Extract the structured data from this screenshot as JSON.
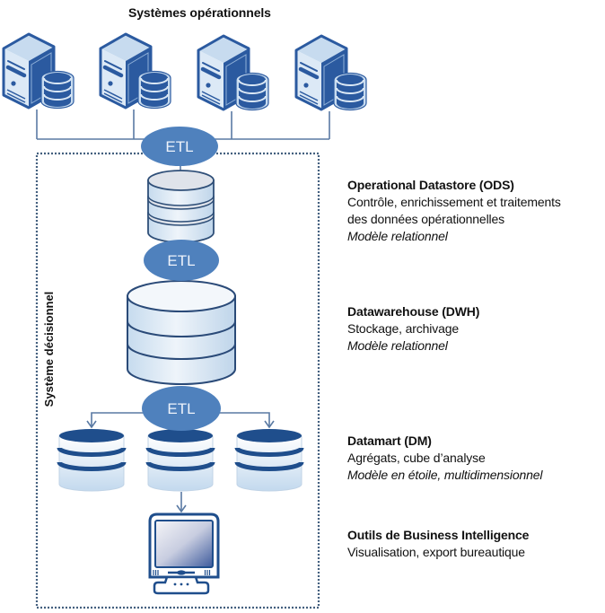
{
  "title": "Systèmes opérationnels",
  "operational_systems": [
    {
      "icon": "server-database-icon"
    },
    {
      "icon": "server-database-icon"
    },
    {
      "icon": "server-database-icon"
    },
    {
      "icon": "server-database-icon"
    }
  ],
  "etl_nodes": [
    {
      "label": "ETL"
    },
    {
      "label": "ETL"
    },
    {
      "label": "ETL"
    }
  ],
  "decision_system_label": "Système décisionnel",
  "layers": [
    {
      "id": "ods",
      "icon": "database-cylinder-icon",
      "title": "Operational Datastore (ODS)",
      "lines": [
        "Contrôle, enrichissement et traitements",
        "des données opérationnelles"
      ],
      "model": "Modèle relationnel"
    },
    {
      "id": "dwh",
      "icon": "database-cylinder-icon",
      "title": "Datawarehouse (DWH)",
      "lines": [
        "Stockage, archivage"
      ],
      "model": "Modèle relationnel"
    },
    {
      "id": "dm",
      "icon": "datamart-cylinder-icon",
      "count": 3,
      "title": "Datamart (DM)",
      "lines": [
        "Agrégats, cube d’analyse"
      ],
      "model": "Modèle en étoile, multidimensionnel"
    },
    {
      "id": "bi",
      "icon": "monitor-icon",
      "title": "Outils de Business Intelligence",
      "lines": [
        "Visualisation, export bureautique"
      ]
    }
  ],
  "colors": {
    "etl_fill": "#4f81bd",
    "icon_dark_blue": "#1f4e8c",
    "icon_light_blue": "#c9dcee",
    "connector": "#5a7aa3",
    "boundary": "#44607f"
  }
}
